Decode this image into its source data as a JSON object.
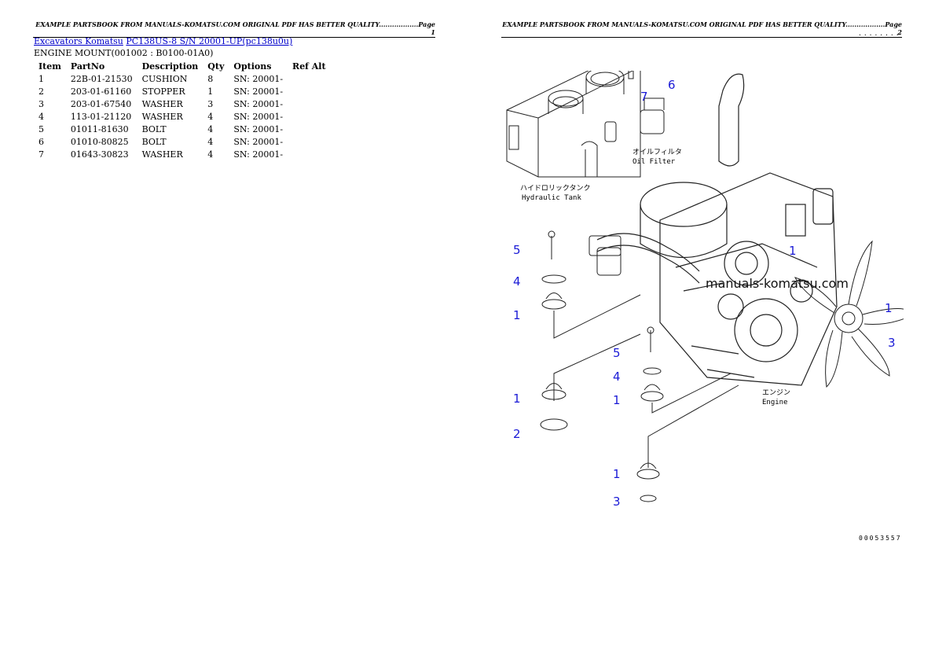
{
  "header_left": "EXAMPLE PARTSBOOK FROM MANUALS-KOMATSU.COM ORIGINAL PDF HAS BETTER QUALITY..................Page 1",
  "header_right": "EXAMPLE PARTSBOOK FROM MANUALS-KOMATSU.COM ORIGINAL PDF HAS BETTER QUALITY..................Page 2",
  "breadcrumb": {
    "link1": "Excavators Komatsu",
    "link2": "PC138US-8 S/N 20001-UP(pc138u0u)"
  },
  "section_title": "ENGINE MOUNT(001002 : B0100-01A0)",
  "table": {
    "headers": [
      "Item",
      "PartNo",
      "Description",
      "Qty",
      "Options",
      "Ref Alt"
    ],
    "rows": [
      [
        "1",
        "22B-01-21530",
        "CUSHION",
        "8",
        "SN: 20001-",
        ""
      ],
      [
        "2",
        "203-01-61160",
        "STOPPER",
        "1",
        "SN: 20001-",
        ""
      ],
      [
        "3",
        "203-01-67540",
        "WASHER",
        "3",
        "SN: 20001-",
        ""
      ],
      [
        "4",
        "113-01-21120",
        "WASHER",
        "4",
        "SN: 20001-",
        ""
      ],
      [
        "5",
        "01011-81630",
        "BOLT",
        "4",
        "SN: 20001-",
        ""
      ],
      [
        "6",
        "01010-80825",
        "BOLT",
        "4",
        "SN: 20001-",
        ""
      ],
      [
        "7",
        "01643-30823",
        "WASHER",
        "4",
        "SN: 20001-",
        ""
      ]
    ]
  },
  "diagram": {
    "ref_dots": "........",
    "ref_code": "00053557",
    "watermark": "manuals-komatsu.com",
    "labels": {
      "oil_filter_jp": "オイルフィルタ",
      "oil_filter_en": "Oil Filter",
      "hyd_tank_jp": "ハイドロリックタンク",
      "hyd_tank_en": "Hydraulic Tank",
      "engine_jp": "エンジン",
      "engine_en": "Engine"
    },
    "callouts": {
      "c6": "6",
      "c7": "7",
      "c5a": "5",
      "c4a": "4",
      "c1a": "1",
      "c1b": "1",
      "c1c": "1",
      "c3a": "3",
      "c5b": "5",
      "c4b": "4",
      "c1d": "1",
      "c1e": "1",
      "c2": "2",
      "c1f": "1",
      "c3b": "3"
    }
  }
}
